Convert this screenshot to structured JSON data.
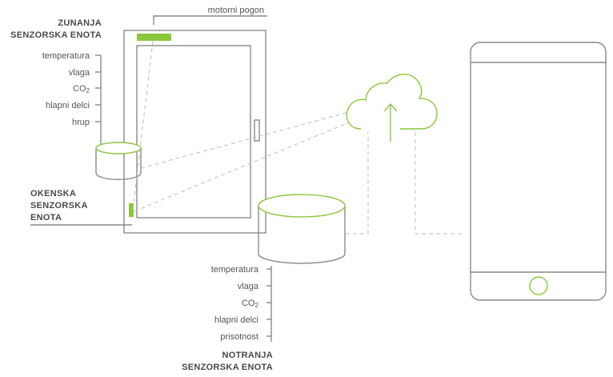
{
  "accent_color": "#8cc63f",
  "line_color": "#8a8a8a",
  "motor_label": "motorni pogon",
  "outer_unit": {
    "title_line1": "ZUNANJA",
    "title_line2": "SENZORSKA ENOTA",
    "items": [
      "temperatura",
      "vlaga",
      "CO",
      "hlapni delci",
      "hrup"
    ],
    "co2_sub": "2"
  },
  "window_unit": {
    "title_line1": "OKENSKA",
    "title_line2": "SENZORSKA",
    "title_line3": "ENOTA"
  },
  "inner_unit": {
    "items": [
      "temperatura",
      "vlaga",
      "CO",
      "hlapni delci",
      "prisotnost"
    ],
    "co2_sub": "2",
    "title_line1": "NOTRANJA",
    "title_line2": "SENZORSKA ENOTA"
  },
  "icons": {
    "cloud": "cloud-upload-icon",
    "phone": "smartphone-icon"
  }
}
